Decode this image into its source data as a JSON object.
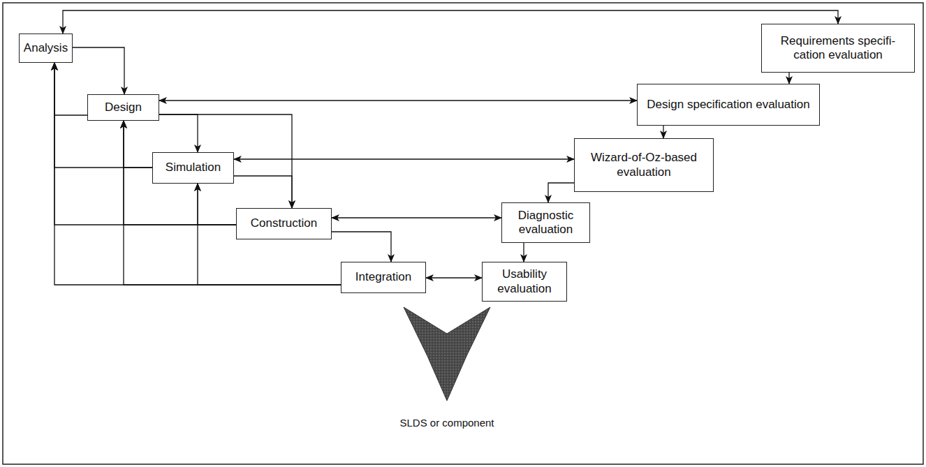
{
  "diagram": {
    "nodes": [
      {
        "text": [
          "Analysis"
        ]
      },
      {
        "text": [
          "Requirements specifi- cation evaluation"
        ]
      },
      {
        "text": [
          "Design"
        ]
      },
      {
        "text": [
          "Design specification evaluation"
        ]
      },
      {
        "text": [
          "Simulation"
        ]
      },
      {
        "text": [
          "Wizard-of-Oz-based evaluation"
        ]
      },
      {
        "text": [
          "Construction"
        ]
      },
      {
        "text": [
          "Diagnostic evaluation"
        ]
      },
      {
        "text": [
          "Integration"
        ]
      },
      {
        "text": [
          "Usability evaluation"
        ]
      }
    ],
    "edges": [
      {
        "from": 0,
        "to": 2,
        "arrow": "to"
      },
      {
        "from": 0,
        "to": 1,
        "arrow": "both"
      },
      {
        "from": 1,
        "to": 3,
        "arrow": "to"
      },
      {
        "from": 2,
        "to": 3,
        "arrow": "both"
      },
      {
        "from": 2,
        "to": 4,
        "arrow": "to"
      },
      {
        "from": 2,
        "to": 6,
        "arrow": "to"
      },
      {
        "from": 3,
        "to": 5,
        "arrow": "to"
      },
      {
        "from": 4,
        "to": 5,
        "arrow": "both"
      },
      {
        "from": 4,
        "to": 6,
        "arrow": "to"
      },
      {
        "from": 5,
        "to": 7,
        "arrow": "to"
      },
      {
        "from": 6,
        "to": 7,
        "arrow": "both"
      },
      {
        "from": 6,
        "to": 8,
        "arrow": "to"
      },
      {
        "from": 7,
        "to": 9,
        "arrow": "to"
      },
      {
        "from": 8,
        "to": 9,
        "arrow": "both"
      },
      {
        "from": 2,
        "to": 0,
        "arrow": "to"
      },
      {
        "from": 4,
        "to": 0,
        "arrow": "to"
      },
      {
        "from": 4,
        "to": 2,
        "arrow": "to"
      },
      {
        "from": 6,
        "to": 0,
        "arrow": "to"
      },
      {
        "from": 6,
        "to": 2,
        "arrow": "to"
      },
      {
        "from": 6,
        "to": 4,
        "arrow": "to"
      },
      {
        "from": 8,
        "to": 0,
        "arrow": "to"
      },
      {
        "from": 8,
        "to": 2,
        "arrow": "to"
      },
      {
        "from": 8,
        "to": 4,
        "arrow": "to"
      }
    ],
    "labels": [
      "SLDS or component"
    ]
  }
}
